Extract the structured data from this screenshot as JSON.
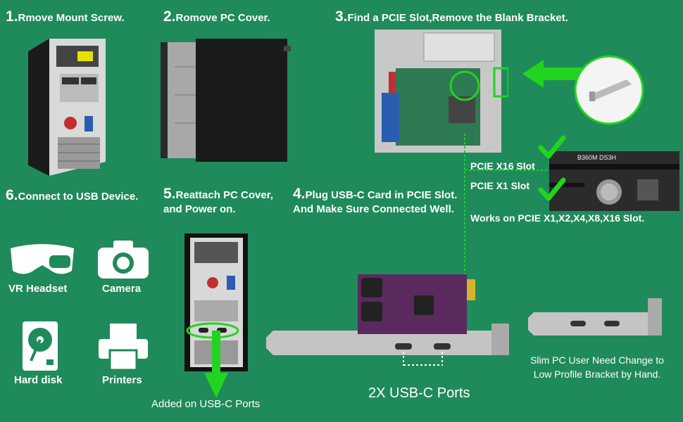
{
  "steps": [
    {
      "num": "1.",
      "text": "Rmove Mount Screw."
    },
    {
      "num": "2.",
      "text": "Romove PC Cover."
    },
    {
      "num": "3.",
      "text": "Find a PCIE Slot,Remove the Blank Bracket."
    },
    {
      "num": "4.",
      "text": "Plug USB-C Card in PCIE Slot.",
      "line2": "And Make Sure Connected Well."
    },
    {
      "num": "5.",
      "text": "Reattach PC Cover,",
      "line2": "and Power on."
    },
    {
      "num": "6.",
      "text": "Connect to USB Device."
    }
  ],
  "devices": [
    {
      "label": "VR Headset",
      "icon": "vr-headset-icon"
    },
    {
      "label": "Camera",
      "icon": "camera-icon"
    },
    {
      "label": "Hard disk",
      "icon": "hard-disk-icon"
    },
    {
      "label": "Printers",
      "icon": "printer-icon"
    }
  ],
  "slots": {
    "x16": "PCIE X16 Slot",
    "x1": "PCIE X1 Slot",
    "works": "Works on PCIE X1,X2,X4,X8,X16 Slot."
  },
  "added_ports": "Added on USB-C Ports",
  "ports_label": "2X USB-C Ports",
  "slim_note": {
    "line1": "Slim PC User Need Change to",
    "line2": "Low Profile Bracket by Hand."
  },
  "board_text": "B360M DS3H",
  "colors": {
    "background": "#1f8a5a",
    "accent": "#22d31f",
    "card": "#5a2a5e"
  }
}
